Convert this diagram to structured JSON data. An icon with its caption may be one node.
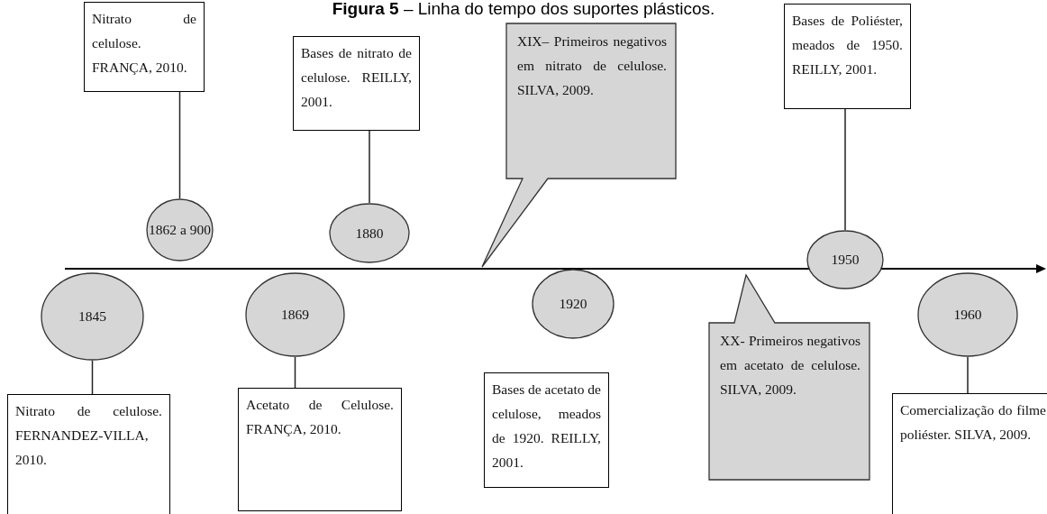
{
  "diagram": {
    "title": "**Figura 5** – Linha do tempo dos suportes plásticos.",
    "nodes": [
      {
        "text": [
          "Nitrato de celulose. FRANÇA, 2010."
        ]
      },
      {
        "text": [
          "1862 a 900"
        ]
      },
      {
        "text": [
          "Bases de nitrato de celulose. REILLY, 2001."
        ]
      },
      {
        "text": [
          "1880"
        ]
      },
      {
        "text": [
          "XIX– Primeiros negativos em nitrato de celulose. SILVA, 2009."
        ]
      },
      {
        "text": [
          "Bases de Poliéster, meados de 1950. REILLY, 2001."
        ]
      },
      {
        "text": [
          "1950"
        ]
      },
      {
        "text": [
          "1845"
        ]
      },
      {
        "text": [
          "Nitrato de celulose. FERNANDEZ-VILLA, 2010."
        ]
      },
      {
        "text": [
          "1869"
        ]
      },
      {
        "text": [
          "Acetato de Celulose. FRANÇA, 2010."
        ]
      },
      {
        "text": [
          "1920"
        ]
      },
      {
        "text": [
          "Bases de acetato de celulose, meados de 1920. REILLY, 2001."
        ]
      },
      {
        "text": [
          "XX- Primeiros negativos em acetato de celulose. SILVA, 2009."
        ]
      },
      {
        "text": [
          "1960"
        ]
      },
      {
        "text": [
          "Comercialização do filme poliéster. SILVA, 2009."
        ]
      }
    ],
    "edges": [
      {
        "from": 1,
        "to": 0,
        "arrow": "none"
      },
      {
        "from": 3,
        "to": 2,
        "arrow": "none"
      },
      {
        "from": 6,
        "to": 5,
        "arrow": "none"
      },
      {
        "from": 7,
        "to": 8,
        "arrow": "none"
      },
      {
        "from": 9,
        "to": 10,
        "arrow": "none"
      },
      {
        "from": 14,
        "to": 15,
        "arrow": "none"
      }
    ]
  }
}
